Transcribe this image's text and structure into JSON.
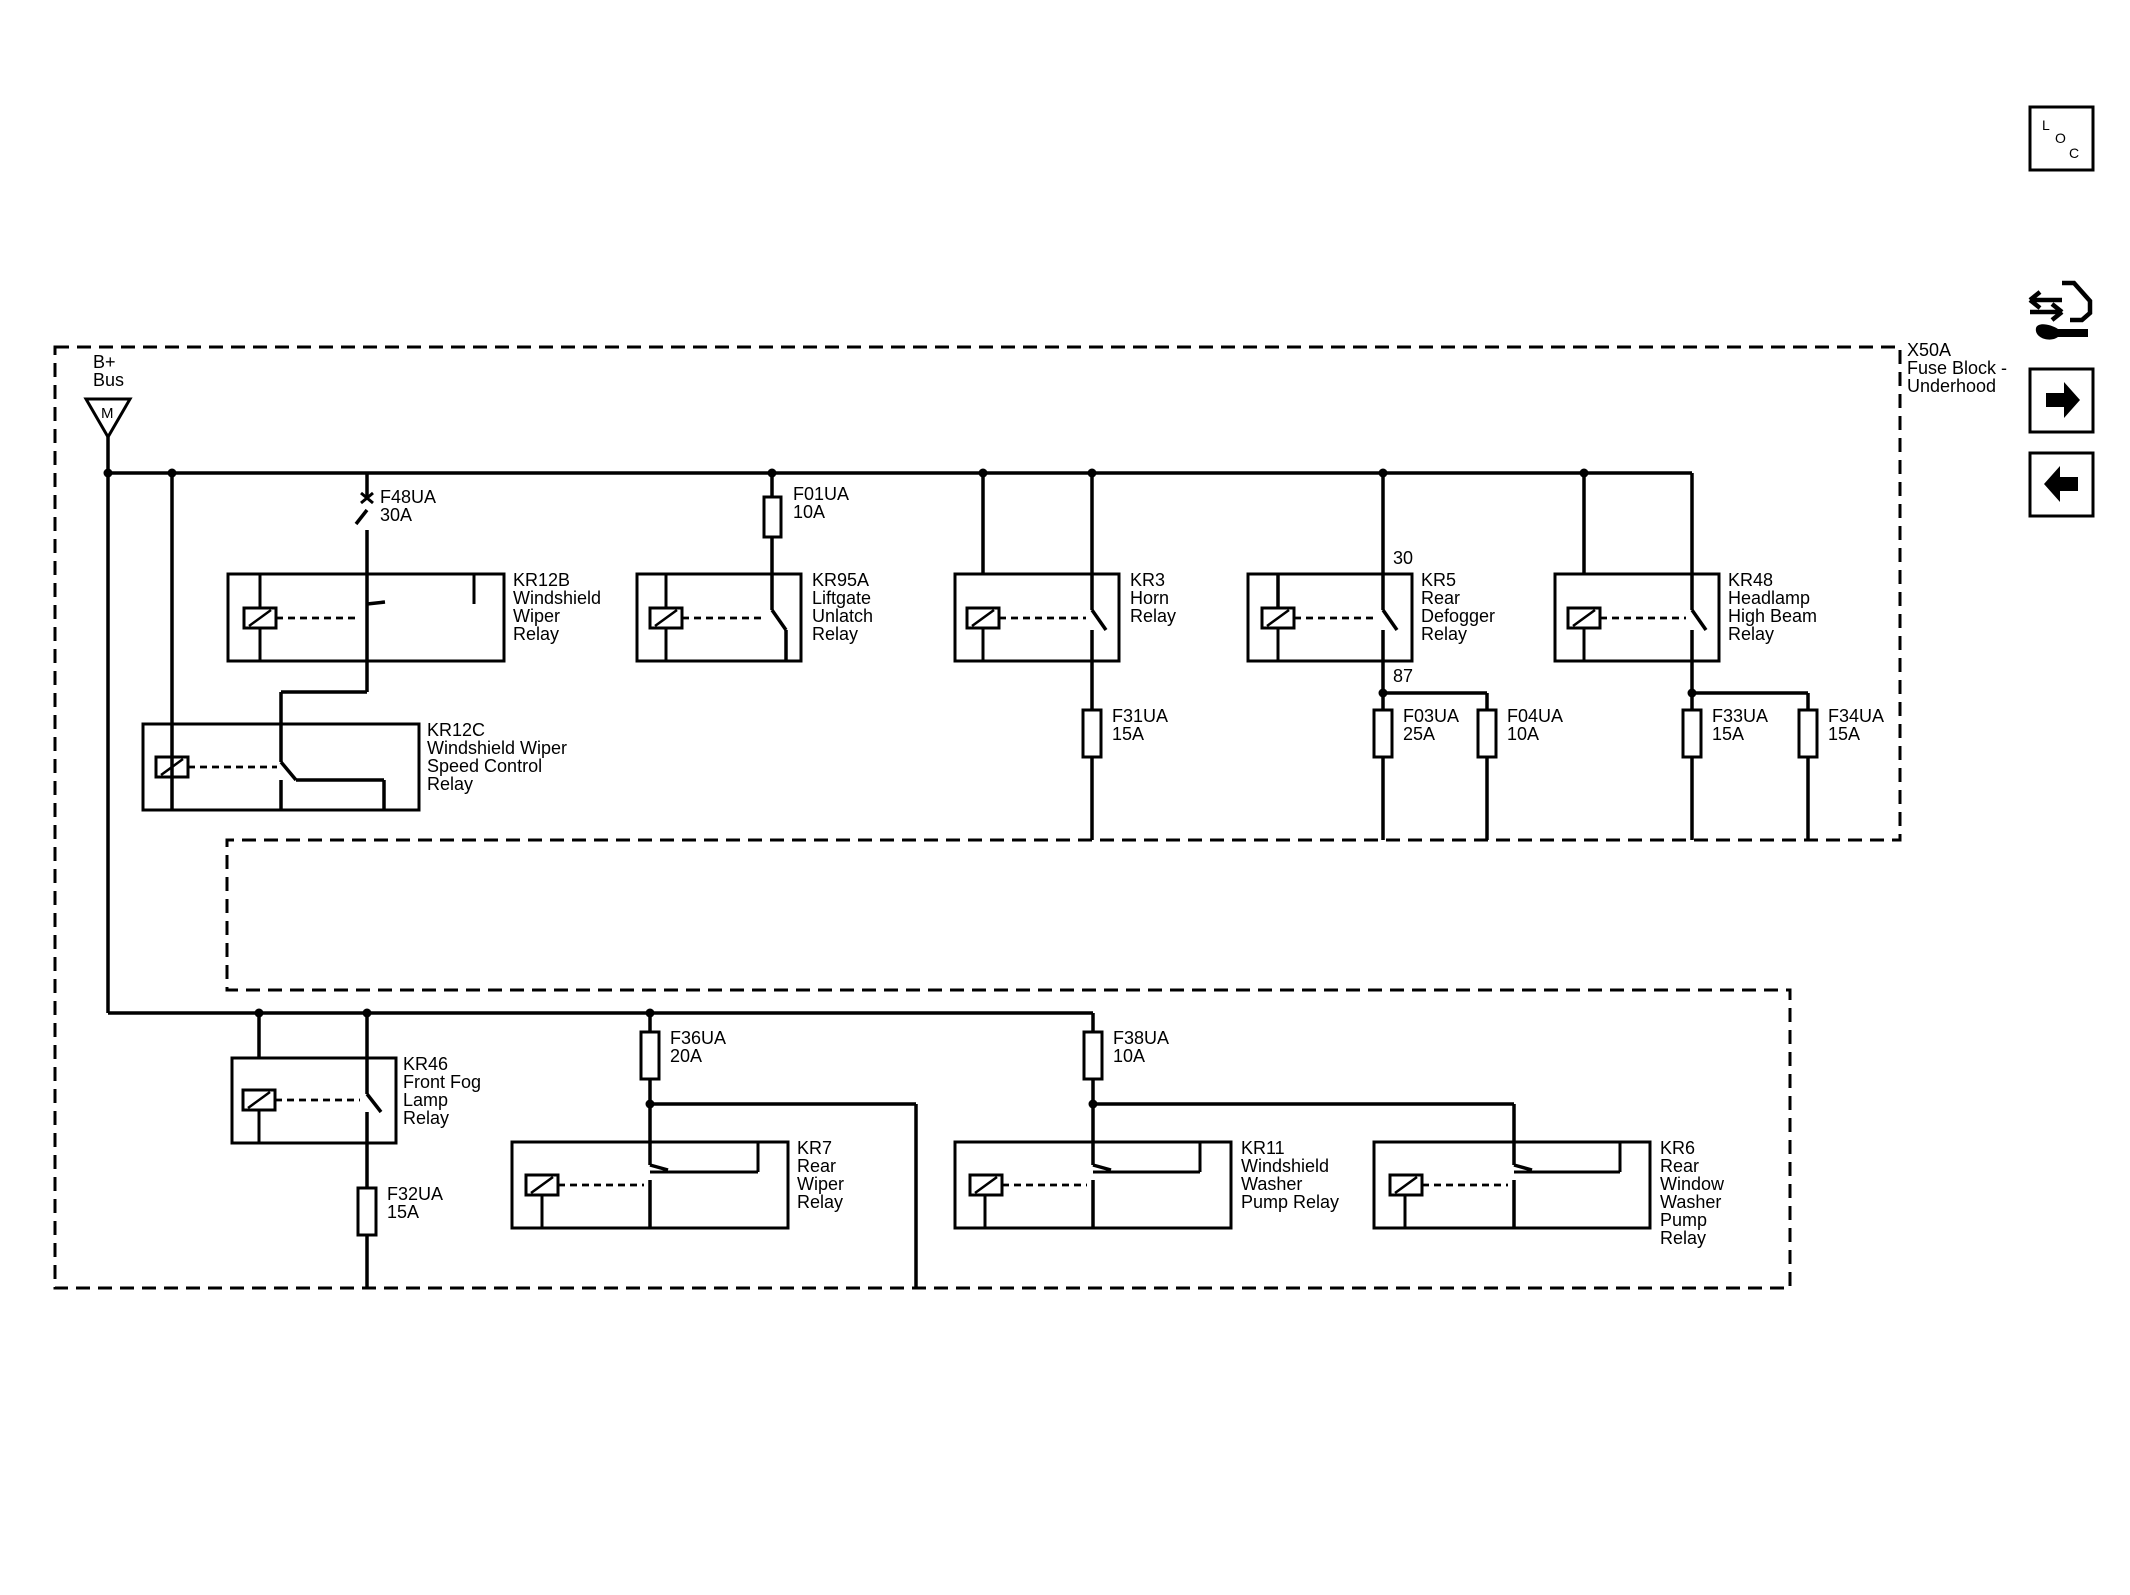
{
  "fuse_block": {
    "id": "X50A",
    "line1": "Fuse Block -",
    "line2": "Underhood"
  },
  "bus": {
    "line1": "B+",
    "line2": "Bus",
    "connector": "M"
  },
  "relays": [
    {
      "lines": [
        "KR12B",
        "Windshield",
        "Wiper",
        "Relay"
      ]
    },
    {
      "lines": [
        "KR95A",
        "Liftgate",
        "Unlatch",
        "Relay"
      ]
    },
    {
      "lines": [
        "KR3",
        "Horn",
        "Relay"
      ]
    },
    {
      "lines": [
        "KR5",
        "Rear",
        "Defogger",
        "Relay"
      ]
    },
    {
      "lines": [
        "KR48",
        "Headlamp",
        "High Beam",
        "Relay"
      ]
    },
    {
      "lines": [
        "KR12C",
        "Windshield Wiper",
        "Speed Control",
        "Relay"
      ]
    },
    {
      "lines": [
        "KR46",
        "Front Fog",
        "Lamp",
        "Relay"
      ]
    },
    {
      "lines": [
        "KR7",
        "Rear",
        "Wiper",
        "Relay"
      ]
    },
    {
      "lines": [
        "KR11",
        "Windshield",
        "Washer",
        "Pump Relay"
      ]
    },
    {
      "lines": [
        "KR6",
        "Rear",
        "Window",
        "Washer",
        "Pump",
        "Relay"
      ]
    }
  ],
  "fuses": [
    {
      "name": "F48UA",
      "rating": "30A"
    },
    {
      "name": "F01UA",
      "rating": "10A"
    },
    {
      "name": "F31UA",
      "rating": "15A"
    },
    {
      "name": "F03UA",
      "rating": "25A"
    },
    {
      "name": "F04UA",
      "rating": "10A"
    },
    {
      "name": "F33UA",
      "rating": "15A"
    },
    {
      "name": "F34UA",
      "rating": "15A"
    },
    {
      "name": "F36UA",
      "rating": "20A"
    },
    {
      "name": "F38UA",
      "rating": "10A"
    },
    {
      "name": "F32UA",
      "rating": "15A"
    }
  ],
  "pins": {
    "kr5_in": "30",
    "kr5_out": "87"
  },
  "nav": {
    "loc_l": "L",
    "loc_o": "O",
    "loc_c": "C"
  },
  "icons": {
    "loc": "location-icon",
    "wiring": "wiring-harness-icon",
    "next": "arrow-right-icon",
    "prev": "arrow-left-icon"
  }
}
